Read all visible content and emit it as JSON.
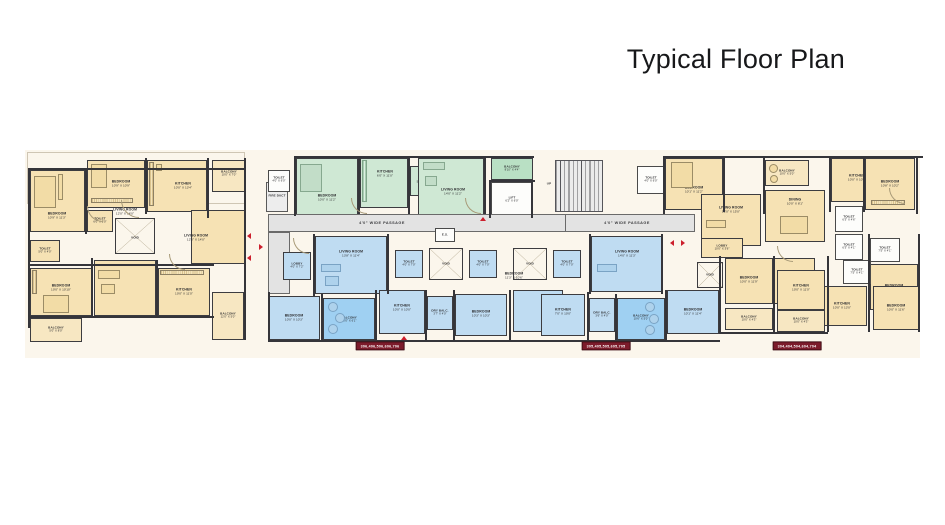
{
  "page": {
    "title": "Typical Floor Plan",
    "background_color": "#ffffff",
    "plan_background_color": "#fbf6ec"
  },
  "legend_colors": {
    "unit_type_a_cream": "#f6e2b4",
    "unit_type_b_green": "#cfe8d4",
    "unit_type_c_blue": "#bfdcf2",
    "common_area_grey": "#e3e3e3",
    "wall": "#35353a",
    "badge": "#7c1b2b",
    "arrow": "#cc1f2d"
  },
  "passages": [
    {
      "label": "4'0\" WIDE PASSAGE"
    },
    {
      "label": "4'0\" WIDE PASSAGE"
    }
  ],
  "unit_badges": [
    {
      "label": "306,406,506,606,706"
    },
    {
      "label": "305,405,505,605,705"
    },
    {
      "label": "304,404,504,604,704"
    }
  ],
  "rooms": [
    {
      "name": "BEDROOM",
      "dim": "10'9\" X 11'3\""
    },
    {
      "name": "BEDROOM",
      "dim": "10'9\" X 10'9\""
    },
    {
      "name": "KITCHEN",
      "dim": "10'0\" X 13'4\""
    },
    {
      "name": "TOILET",
      "dim": "6'0\" X 5'0\""
    },
    {
      "name": "TOILET",
      "dim": "5'0\" X 4'0\""
    },
    {
      "name": "VOID",
      "dim": ""
    },
    {
      "name": "BEDROOM",
      "dim": "10'0\" X 10'10\""
    },
    {
      "name": "LIVING ROOM",
      "dim": "12'0\" X 14'0\""
    },
    {
      "name": "KITCHEN",
      "dim": "10'0\" X 11'0\""
    },
    {
      "name": "BALCONY",
      "dim": "5'0\" X 8'0\""
    },
    {
      "name": "BALCONY",
      "dim": "12'0\" X 5'0\""
    },
    {
      "name": "LIVING ROOM",
      "dim": "12'0\" X 14'0\""
    },
    {
      "name": "BALCONY",
      "dim": "10'0\" X 7'0\""
    },
    {
      "name": "FIRE DUCT",
      "dim": ""
    },
    {
      "name": "TOILET",
      "dim": "4'0\" X 6'0\""
    },
    {
      "name": "BEDROOM",
      "dim": "10'0\" X 11'2\""
    },
    {
      "name": "KITCHEN",
      "dim": "6'0\" X 11'0\""
    },
    {
      "name": "TOILET",
      "dim": "5'4\" X 4'10\""
    },
    {
      "name": "LIVING ROOM",
      "dim": "14'0\" X 11'2\""
    },
    {
      "name": "BALCONY",
      "dim": "8'10\" X 4'4\""
    },
    {
      "name": "LIFT",
      "dim": "6'2\" X 6'0\""
    },
    {
      "name": "UP",
      "dim": ""
    },
    {
      "name": "TOILET",
      "dim": "4'0\" X 6'0\""
    },
    {
      "name": "BEDROOM",
      "dim": "10'1\" X 11'2\""
    },
    {
      "name": "LIVING ROOM",
      "dim": "12'0\" X 15'0\""
    },
    {
      "name": "LOBBY",
      "dim": "10'0\" X 3'6\""
    },
    {
      "name": "DINING",
      "dim": "10'0\" X 8'1\""
    },
    {
      "name": "BALCONY",
      "dim": "10'0\" X 5'0\""
    },
    {
      "name": "KITCHEN",
      "dim": "10'0\" X 10'0\""
    },
    {
      "name": "TOILET",
      "dim": "6'3\" X 4'6\""
    },
    {
      "name": "BEDROOM",
      "dim": "10'8\" X 10'2\""
    },
    {
      "name": "BEDROOM",
      "dim": "10'0\" X 10'2\""
    },
    {
      "name": "TOILET",
      "dim": "6'3\" X 4'1\""
    },
    {
      "name": "TOILET",
      "dim": "7'5\" X 4'1\""
    },
    {
      "name": "BEDROOM",
      "dim": "10'0\" X 11'0\""
    },
    {
      "name": "KITCHEN",
      "dim": "10'0\" X 13'0\""
    },
    {
      "name": "BALCONY",
      "dim": "10'0\" X 4'3\""
    },
    {
      "name": "BEDROOM",
      "dim": "10'0\" X 11'8\""
    },
    {
      "name": "LOBBY",
      "dim": "4'0\" X 7'2\""
    },
    {
      "name": "LIVING ROOM",
      "dim": "13'8\" X 11'4\""
    },
    {
      "name": "BEDROOM",
      "dim": "10'0\" X 10'3\""
    },
    {
      "name": "BALCONY",
      "dim": "10'0\" X 6'1\""
    },
    {
      "name": "KITCHEN",
      "dim": "10'0\" X 10'0\""
    },
    {
      "name": "DRY BALC.",
      "dim": "3'7\" X 4'0\""
    },
    {
      "name": "TOILET",
      "dim": "4'0\" X 7'0\""
    },
    {
      "name": "VOID",
      "dim": ""
    },
    {
      "name": "BEDROOM",
      "dim": "10'3\" X 10'3\""
    },
    {
      "name": "TOILET",
      "dim": "4'0\" X 7'0\""
    },
    {
      "name": "VOID",
      "dim": ""
    },
    {
      "name": "TOILET",
      "dim": "4'0\" X 7'0\""
    },
    {
      "name": "BEDROOM",
      "dim": "11'3\" X 10'6\""
    },
    {
      "name": "KITCHEN",
      "dim": "7'0\" X 10'0\""
    },
    {
      "name": "DRY BALC.",
      "dim": "3'6\" X 4'0\""
    },
    {
      "name": "BALCONY",
      "dim": "10'6\" X 5'0\""
    },
    {
      "name": "LIVING ROOM",
      "dim": "14'0\" X 11'3\""
    },
    {
      "name": "BEDROOM",
      "dim": "10'1\" X 11'4\""
    },
    {
      "name": "VOID",
      "dim": ""
    },
    {
      "name": "E.S.",
      "dim": ""
    },
    {
      "name": "BEDROOM",
      "dim": "10'0\" X 11'9\""
    },
    {
      "name": "KITCHEN",
      "dim": "10'0\" X 11'0\""
    },
    {
      "name": "TOILET",
      "dim": "7'5\" X 4'1\""
    },
    {
      "name": "BEDROOM",
      "dim": "10'0\" X 11'6\""
    },
    {
      "name": "BALCONY",
      "dim": "10'0\" X 4'3\""
    }
  ]
}
